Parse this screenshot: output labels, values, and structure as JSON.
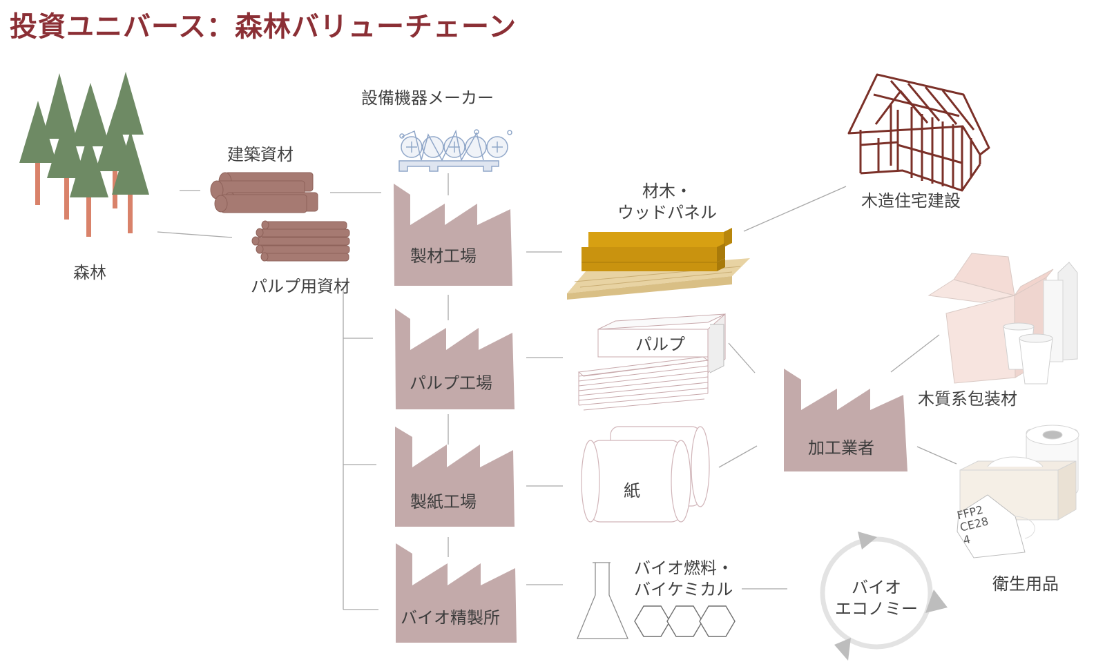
{
  "title": "投資ユニバース：森林バリューチェーン",
  "nodes": {
    "forest": "森林",
    "construction_materials": "建築資材",
    "pulp_materials": "パルプ用資材",
    "equipment_maker": "設備機器メーカー",
    "sawmill": "製材工場",
    "pulp_mill": "パルプ工場",
    "paper_mill": "製紙工場",
    "bio_refinery": "バイオ精製所",
    "lumber_line1": "材木・",
    "lumber_line2": "ウッドパネル",
    "pulp_product": "パルプ",
    "paper_product": "紙",
    "biofuel_line1": "バイオ燃料・",
    "biofuel_line2": "バイケミカル",
    "processor": "加工業者",
    "wooden_house": "木造住宅建設",
    "wood_packaging": "木質系包装材",
    "hygiene": "衛生用品",
    "bioeconomy_line1": "バイオ",
    "bioeconomy_line2": "エコノミー",
    "mask_line1": "FFP2",
    "mask_line2": "CE28",
    "mask_line3": "4"
  },
  "colors": {
    "title": "#8b2f35",
    "factory": "#c3aaaa",
    "tree": "#6e8a64",
    "trunk": "#d9826a",
    "log": "#a67a72",
    "lumber": "#c9930f",
    "frame": "#7b3028",
    "line": "#9a9a9a"
  }
}
